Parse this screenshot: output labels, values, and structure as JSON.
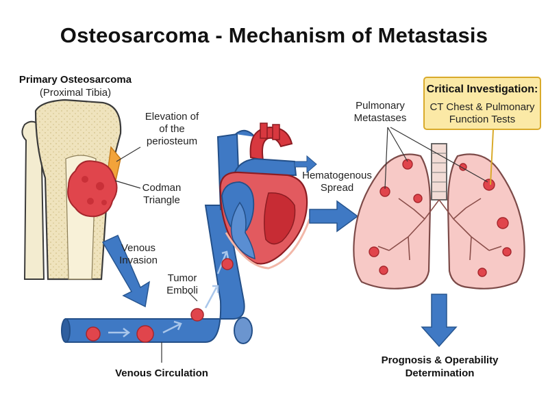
{
  "title": "Osteosarcoma - Mechanism of Metastasis",
  "labels": {
    "primary_title": "Primary Osteosarcoma",
    "primary_sub": "(Proximal Tibia)",
    "elevation_1": "Elevation of",
    "elevation_2": "of the",
    "elevation_3": "periosteum",
    "codman_1": "Codman",
    "codman_2": "Triangle",
    "venous_invasion_1": "Venous",
    "venous_invasion_2": "Invasion",
    "tumor_emboli_1": "Tumor",
    "tumor_emboli_2": "Emboli",
    "venous_circulation": "Venous Circulation",
    "hematogenous_1": "Hematogenous",
    "hematogenous_2": "Spread",
    "pulmonary_1": "Pulmonary",
    "pulmonary_2": "Metastases",
    "prognosis_1": "Prognosis & Operability",
    "prognosis_2": "Determination"
  },
  "callout": {
    "heading": "Critical Investigation:",
    "line1": "CT Chest & Pulmonary",
    "line2": "Function Tests"
  },
  "colors": {
    "bone": "#f2e8c6",
    "tumor": "#e0454c",
    "vein": "#3f79c4",
    "heart_red": "#d8383f",
    "lung": "#f7c9c6",
    "arrow": "#3f79c4",
    "callout_fill": "#fbe9a6",
    "codman": "#f2a33a"
  }
}
